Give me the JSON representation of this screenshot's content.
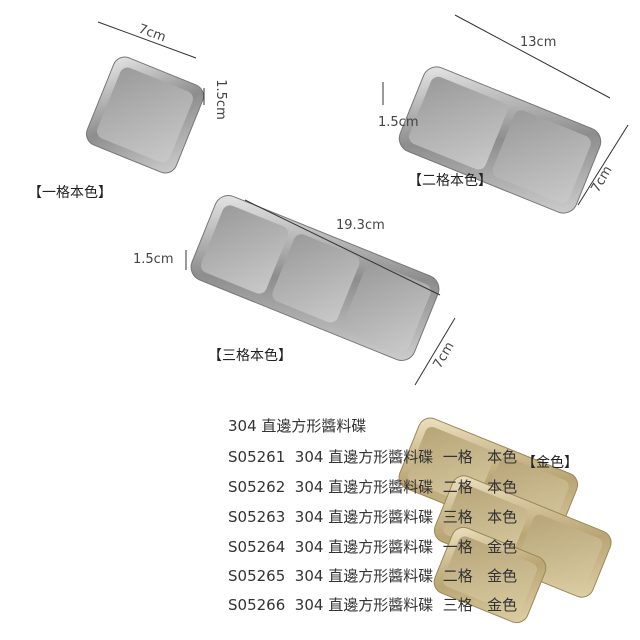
{
  "products": [
    {
      "label": "【一格本色】",
      "width": "7cm",
      "height": "1.5cm"
    },
    {
      "label": "【二格本色】",
      "length": "13cm",
      "height": "1.5cm",
      "width": "7cm"
    },
    {
      "label": "【三格本色】",
      "length": "19.3cm",
      "height": "1.5cm",
      "width": "7cm"
    }
  ],
  "gold_label": "【金色】",
  "list_title": "304 直邊方形醬料碟",
  "items": [
    {
      "code": "S05261",
      "name": "304 直邊方形醬料碟",
      "cells": "一格",
      "color": "本色"
    },
    {
      "code": "S05262",
      "name": "304 直邊方形醬料碟",
      "cells": "二格",
      "color": "本色"
    },
    {
      "code": "S05263",
      "name": "304 直邊方形醬料碟",
      "cells": "三格",
      "color": "本色"
    },
    {
      "code": "S05264",
      "name": "304 直邊方形醬料碟",
      "cells": "一格",
      "color": "金色"
    },
    {
      "code": "S05265",
      "name": "304 直邊方形醬料碟",
      "cells": "二格",
      "color": "金色"
    },
    {
      "code": "S05266",
      "name": "304 直邊方形醬料碟",
      "cells": "三格",
      "color": "金色"
    }
  ]
}
